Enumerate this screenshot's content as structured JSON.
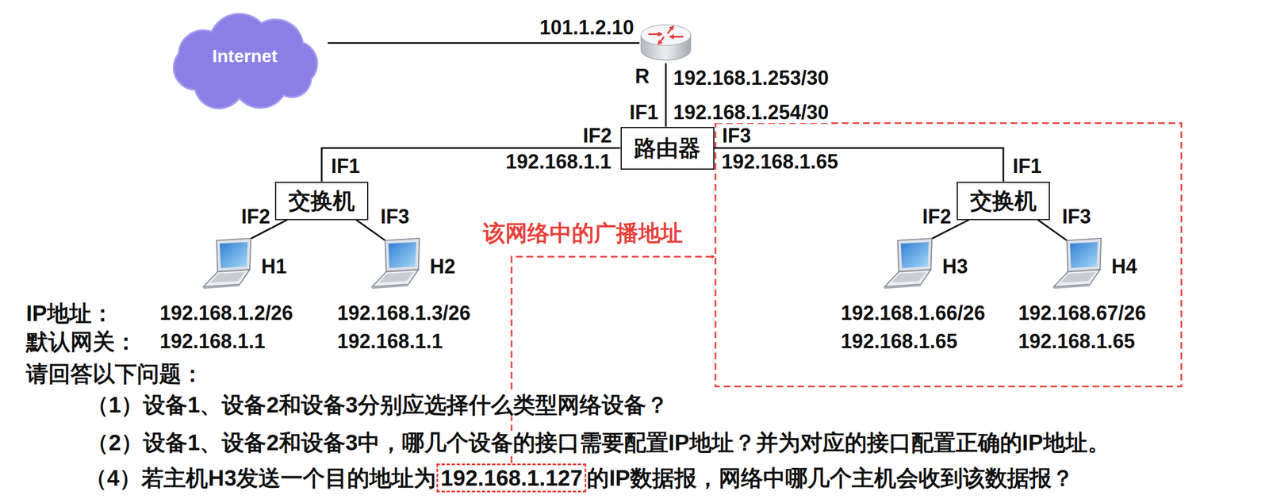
{
  "diagram": {
    "nodes": [
      {
        "text": [
          "Internet"
        ]
      },
      {
        "text": [
          "R"
        ]
      },
      {
        "text": [
          "路由器"
        ]
      },
      {
        "text": [
          "交换机"
        ]
      },
      {
        "text": [
          "H1"
        ]
      },
      {
        "text": [
          "H2"
        ]
      },
      {
        "text": [
          "交换机"
        ]
      },
      {
        "text": [
          "H3"
        ]
      },
      {
        "text": [
          "H4"
        ]
      }
    ],
    "edges": [
      {
        "from": 0,
        "to": 1,
        "arrow": "none",
        "label": "101.1.2.10"
      },
      {
        "from": 1,
        "to": 2,
        "arrow": "none"
      },
      {
        "from": 2,
        "to": 3,
        "arrow": "none"
      },
      {
        "from": 3,
        "to": 4,
        "arrow": "none"
      },
      {
        "from": 3,
        "to": 5,
        "arrow": "none"
      },
      {
        "from": 2,
        "to": 6,
        "arrow": "none"
      },
      {
        "from": 6,
        "to": 7,
        "arrow": "none"
      },
      {
        "from": 6,
        "to": 8,
        "arrow": "none"
      }
    ],
    "labels": [
      "192.168.1.253/30",
      "IF1",
      "192.168.1.254/30",
      "IF2",
      "IF3",
      "192.168.1.1",
      "192.168.1.65",
      "IF1",
      "IF1",
      "IF2",
      "IF3",
      "该网络中的广播地址",
      "IF2",
      "IF3",
      "IP地址：",
      "192.168.1.2/26",
      "192.168.1.3/26",
      "192.168.1.66/26",
      "192.168.67/26",
      "默认网关：",
      "192.168.1.1",
      "192.168.1.1",
      "192.168.1.65",
      "192.168.1.65",
      "请回答以下问题：",
      "（1）设备1、设备2和设备3分别应选择什么类型网络设备？",
      "（2）设备1、设备2和设备3中，哪几个设备的接口需要配置IP地址？并为对应的接口配置正确的IP地址。",
      "（4）若主机H3发送一个目的地址为",
      "192.168.1.127",
      "的IP数据报，网络中哪几个主机会收到该数据报？"
    ]
  }
}
